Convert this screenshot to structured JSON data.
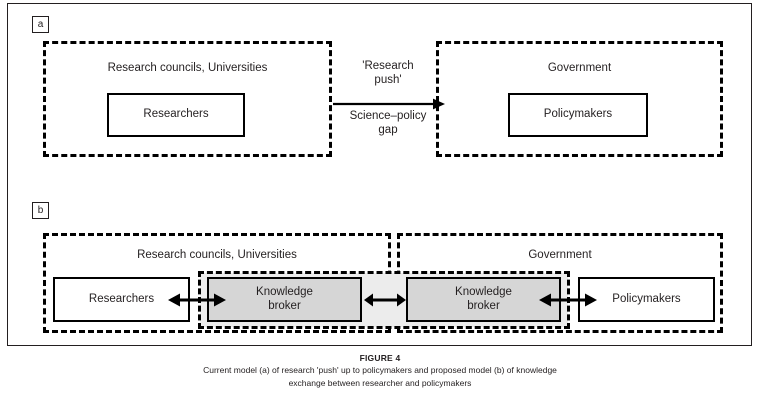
{
  "figure": {
    "caption_title": "FIGURE 4",
    "caption_line1": "Current model (a) of research 'push' up to policymakers and proposed model (b) of knowledge",
    "caption_line2": "exchange between researcher and policymakers"
  },
  "colors": {
    "stroke": "#000000",
    "frame": "#231f20",
    "broker_fill": "#d6d6d6",
    "band_fill": "#ececec",
    "background": "#ffffff"
  },
  "panel_a": {
    "tag": "a",
    "left_group": {
      "label": "Research councils, Universities",
      "actor": "Researchers"
    },
    "right_group": {
      "label": "Government",
      "actor": "Policymakers"
    },
    "gap": {
      "above_line1": "'Research",
      "above_line2": "push'",
      "below_line1": "Science–policy",
      "below_line2": "gap",
      "arrow": "single-headed-right-arrow"
    }
  },
  "panel_b": {
    "tag": "b",
    "left_group": {
      "label": "Research councils, Universities",
      "actor": "Researchers"
    },
    "right_group": {
      "label": "Government",
      "actor": "Policymakers"
    },
    "broker_left": {
      "line1": "Knowledge",
      "line2": "broker"
    },
    "broker_right": {
      "line1": "Knowledge",
      "line2": "broker"
    },
    "arrows": [
      "double-headed-arrow-researchers-broker",
      "double-headed-arrow-broker-broker",
      "double-headed-arrow-broker-policymakers"
    ]
  }
}
